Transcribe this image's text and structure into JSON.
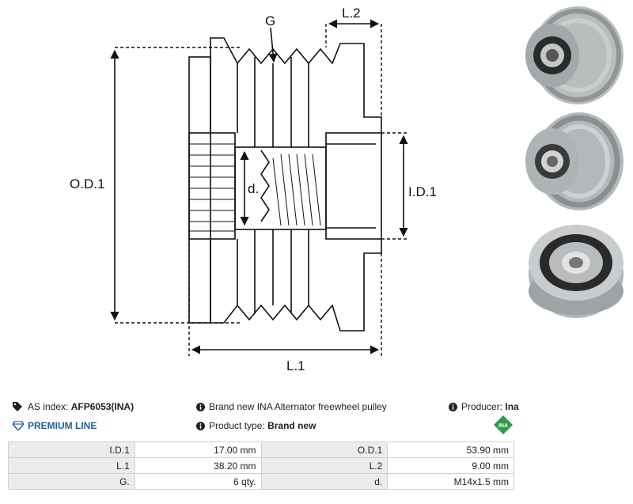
{
  "drawing": {
    "labels": {
      "g": "G",
      "l2": "L.2",
      "od1": "O.D.1",
      "d": "d.",
      "id1": "I.D.1",
      "l1": "L.1"
    }
  },
  "photos": [
    {
      "name": "pulley-photo-angled-front",
      "icon": "pulley-image"
    },
    {
      "name": "pulley-photo-rear-view",
      "icon": "pulley-image"
    },
    {
      "name": "pulley-photo-front-view",
      "icon": "pulley-image"
    }
  ],
  "info": {
    "as_index_label": "AS index:",
    "as_index_value": "AFP6053(INA)",
    "premium_line": "PREMIUM LINE",
    "description": "Brand new INA Alternator freewheel pulley",
    "product_type_label": "Product type:",
    "product_type_value": "Brand new",
    "producer_label": "Producer:",
    "producer_value": "Ina",
    "producer_logo_text": "INA"
  },
  "specs": {
    "rows": [
      {
        "label1": "I.D.1",
        "value1": "17.00 mm",
        "label2": "O.D.1",
        "value2": "53.90 mm"
      },
      {
        "label1": "L.1",
        "value1": "38.20 mm",
        "label2": "L.2",
        "value2": "9.00 mm"
      },
      {
        "label1": "G.",
        "value1": "6 qty.",
        "label2": "d.",
        "value2": "M14x1.5 mm"
      }
    ]
  },
  "colors": {
    "accent": "#1f5f9e",
    "ina_green": "#2e9a4a",
    "table_label_bg": "#ececec",
    "border": "#d0d0d0"
  }
}
